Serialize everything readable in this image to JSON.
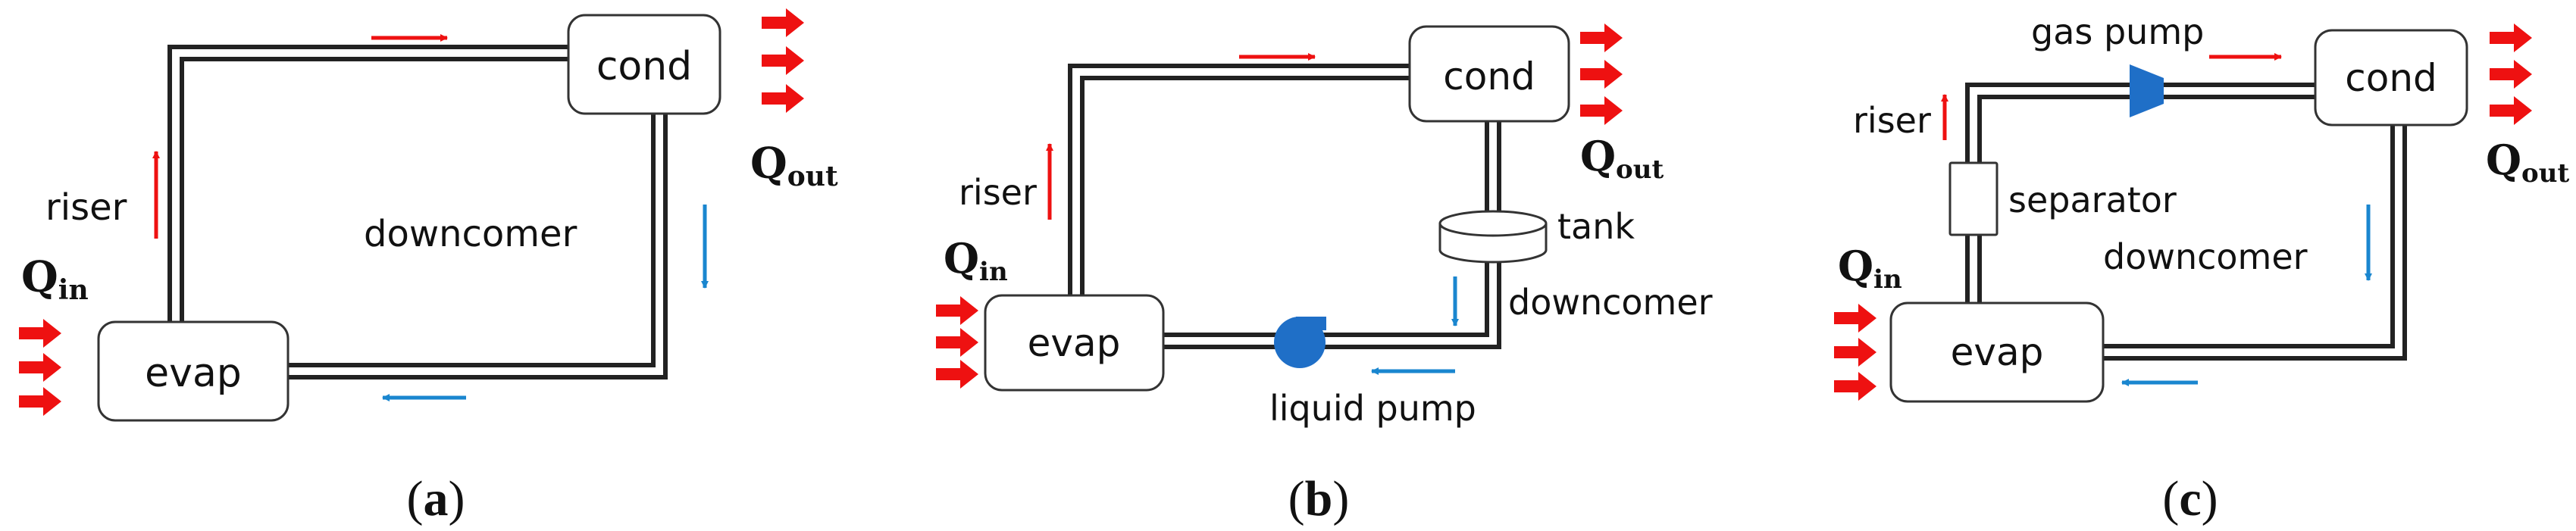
{
  "colors": {
    "hot": "#ee1111",
    "cold": "#1a86cf",
    "pump": "#1f6fc7",
    "line": "#222222"
  },
  "panels": [
    {
      "caption_prefix": "(",
      "caption_letter": "a",
      "caption_suffix": ")",
      "evap": "evap",
      "cond": "cond",
      "riser": "riser",
      "downcomer": "downcomer",
      "q_in": "Q",
      "q_in_sub": "in",
      "q_out": "Q",
      "q_out_sub": "out"
    },
    {
      "caption_prefix": "(",
      "caption_letter": "b",
      "caption_suffix": ")",
      "evap": "evap",
      "cond": "cond",
      "riser": "riser",
      "downcomer": "downcomer",
      "tank": "tank",
      "liquid_pump": "liquid pump",
      "q_in": "Q",
      "q_in_sub": "in",
      "q_out": "Q",
      "q_out_sub": "out"
    },
    {
      "caption_prefix": "(",
      "caption_letter": "c",
      "caption_suffix": ")",
      "evap": "evap",
      "cond": "cond",
      "riser": "riser",
      "downcomer": "downcomer",
      "separator": "separator",
      "gas_pump": "gas pump",
      "q_in": "Q",
      "q_in_sub": "in",
      "q_out": "Q",
      "q_out_sub": "out"
    }
  ]
}
